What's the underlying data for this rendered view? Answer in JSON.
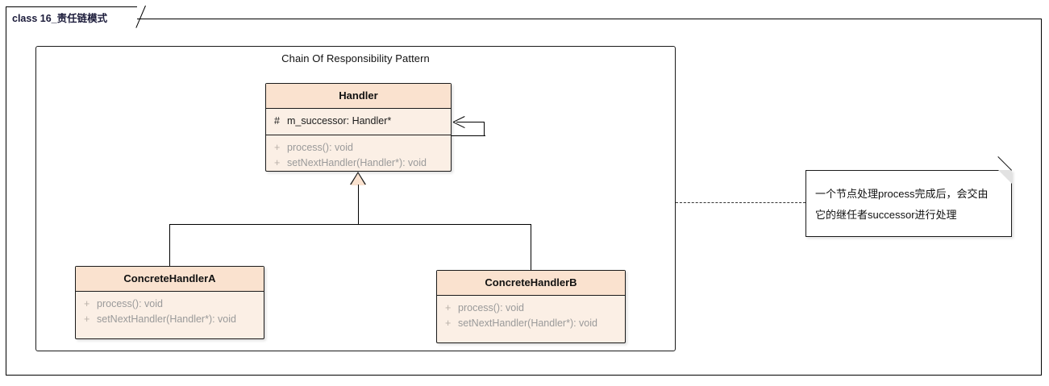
{
  "frame": {
    "tab_label": "class 16_责任链模式"
  },
  "diagram": {
    "title": "Chain Of Responsibility Pattern"
  },
  "classes": [
    {
      "id": "handler",
      "name": "Handler",
      "attributes": [
        {
          "visibility": "#",
          "text": "m_successor: Handler*"
        }
      ],
      "methods": [
        {
          "visibility": "+",
          "text": "process(): void"
        },
        {
          "visibility": "+",
          "text": "setNextHandler(Handler*): void"
        }
      ]
    },
    {
      "id": "concrete_a",
      "name": "ConcreteHandlerA",
      "attributes": [],
      "methods": [
        {
          "visibility": "+",
          "text": "process(): void"
        },
        {
          "visibility": "+",
          "text": "setNextHandler(Handler*): void"
        }
      ]
    },
    {
      "id": "concrete_b",
      "name": "ConcreteHandlerB",
      "attributes": [],
      "methods": [
        {
          "visibility": "+",
          "text": "process(): void"
        },
        {
          "visibility": "+",
          "text": "setNextHandler(Handler*): void"
        }
      ]
    }
  ],
  "note": {
    "line1": "一个节点处理process完成后，会交由",
    "line2": "它的继任者successor进行处理"
  },
  "colors": {
    "class_header_fill": "#fae2cf",
    "class_body_fill": "#fbefe5",
    "border": "#1a1a1a",
    "method_text": "#9a9a9a",
    "tab_label": "#1b1b3a"
  }
}
